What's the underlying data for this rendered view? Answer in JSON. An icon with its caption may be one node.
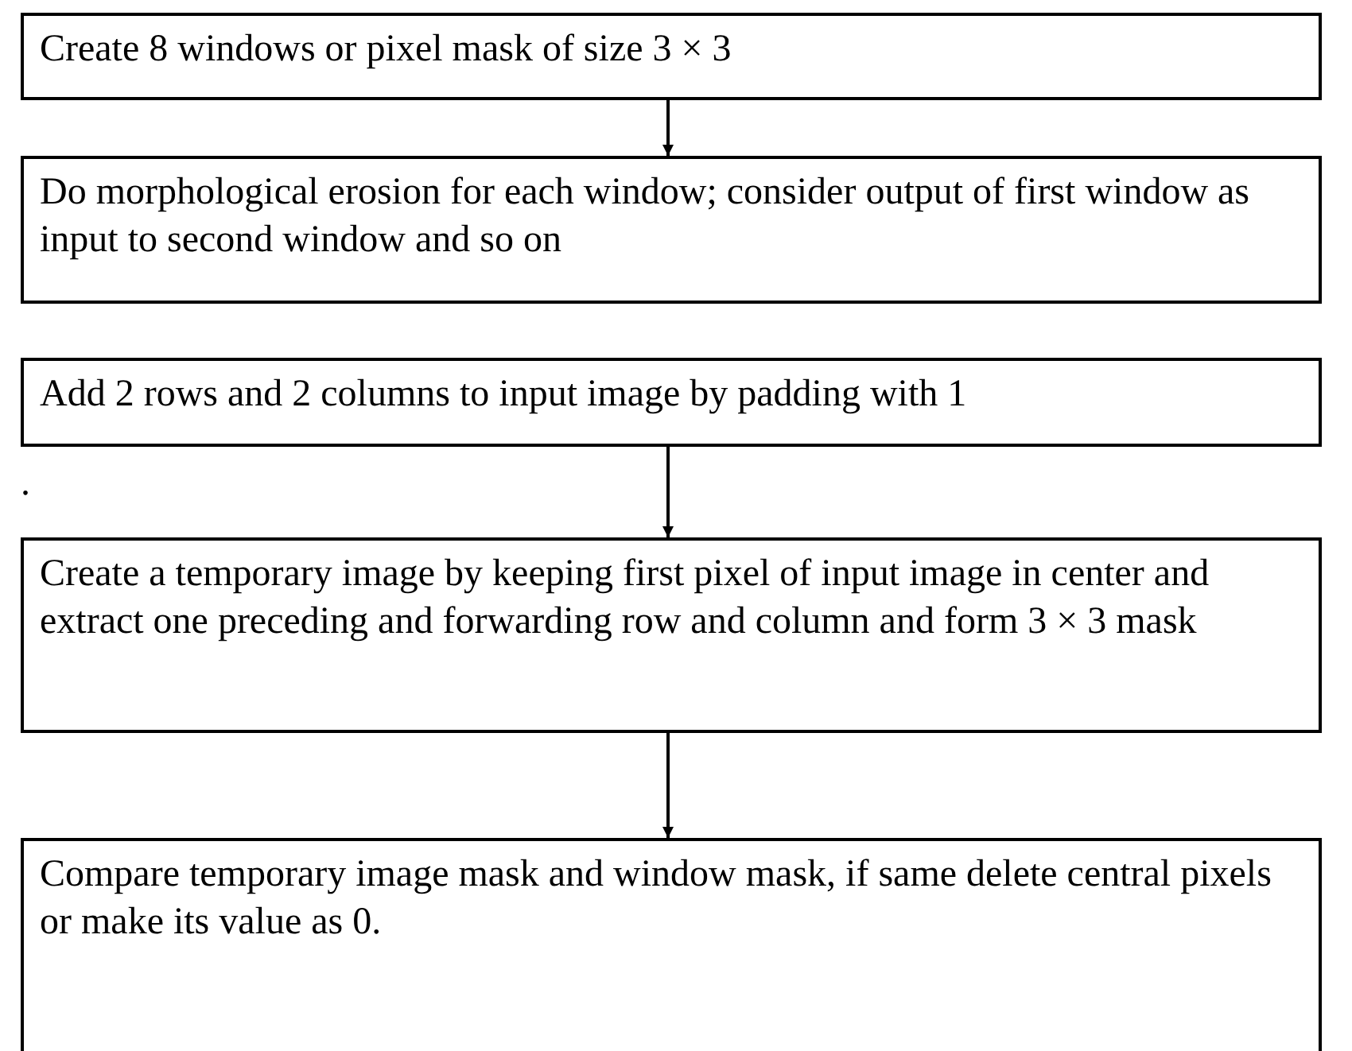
{
  "diagram": {
    "nodes": [
      {
        "text": [
          "Create 8 windows or pixel mask of size 3 × 3"
        ]
      },
      {
        "text": [
          "Do morphological erosion for each window; consider output of first window as input to second window and so on"
        ]
      },
      {
        "text": [
          "Add 2 rows and 2 columns to input image by padding with 1"
        ]
      },
      {
        "text": [
          "Create a temporary image by keeping first pixel of input image in center and extract one preceding and forwarding row and column and form 3 × 3 mask"
        ]
      },
      {
        "text": [
          "Compare temporary image mask and window mask, if same delete central pixels or make its value as 0."
        ]
      }
    ],
    "edges": [
      {
        "from": 0,
        "to": 1,
        "arrow": "to"
      },
      {
        "from": 2,
        "to": 3,
        "arrow": "to"
      },
      {
        "from": 3,
        "to": 4,
        "arrow": "to"
      }
    ],
    "labels": [
      "."
    ]
  }
}
